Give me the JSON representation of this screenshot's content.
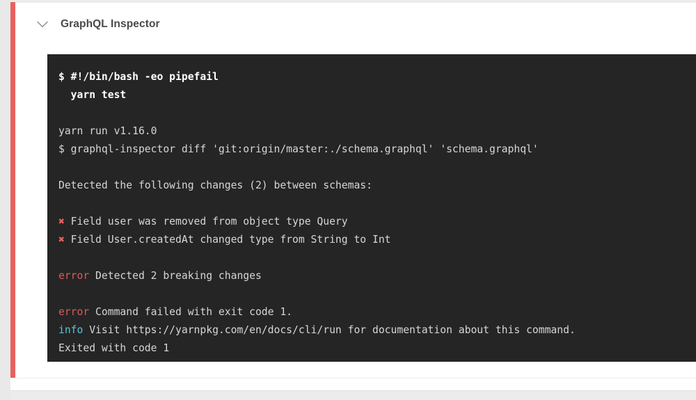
{
  "job": {
    "title": "GraphQL Inspector",
    "collapse_icon": "chevron-down-icon",
    "status_color": "#e8615e"
  },
  "console": {
    "background_color": "#252525",
    "text_color": "#d6d6d6",
    "command_color": "#ffffff",
    "error_label_color": "#e05a5a",
    "info_label_color": "#4ec9d9",
    "error_mark_color": "#e8615e",
    "error_mark_glyph": "✖",
    "lines": [
      {
        "type": "command",
        "text": "$ #!/bin/bash -eo pipefail"
      },
      {
        "type": "command",
        "text": "  yarn test"
      },
      {
        "type": "blank",
        "text": ""
      },
      {
        "type": "output",
        "text": "yarn run v1.16.0"
      },
      {
        "type": "output",
        "text": "$ graphql-inspector diff 'git:origin/master:./schema.graphql' 'schema.graphql'"
      },
      {
        "type": "blank",
        "text": ""
      },
      {
        "type": "output",
        "text": "Detected the following changes (2) between schemas:"
      },
      {
        "type": "blank",
        "text": ""
      },
      {
        "type": "error-item",
        "mark": "✖",
        "text": " Field user was removed from object type Query"
      },
      {
        "type": "error-item",
        "mark": "✖",
        "text": " Field User.createdAt changed type from String to Int"
      },
      {
        "type": "blank",
        "text": ""
      },
      {
        "type": "labeled",
        "label": "error",
        "label_kind": "error",
        "text": " Detected 2 breaking changes"
      },
      {
        "type": "blank",
        "text": ""
      },
      {
        "type": "labeled",
        "label": "error",
        "label_kind": "error",
        "text": " Command failed with exit code 1."
      },
      {
        "type": "labeled",
        "label": "info",
        "label_kind": "info",
        "text": " Visit https://yarnpkg.com/en/docs/cli/run for documentation about this command."
      },
      {
        "type": "output",
        "text": "Exited with code 1"
      }
    ]
  }
}
